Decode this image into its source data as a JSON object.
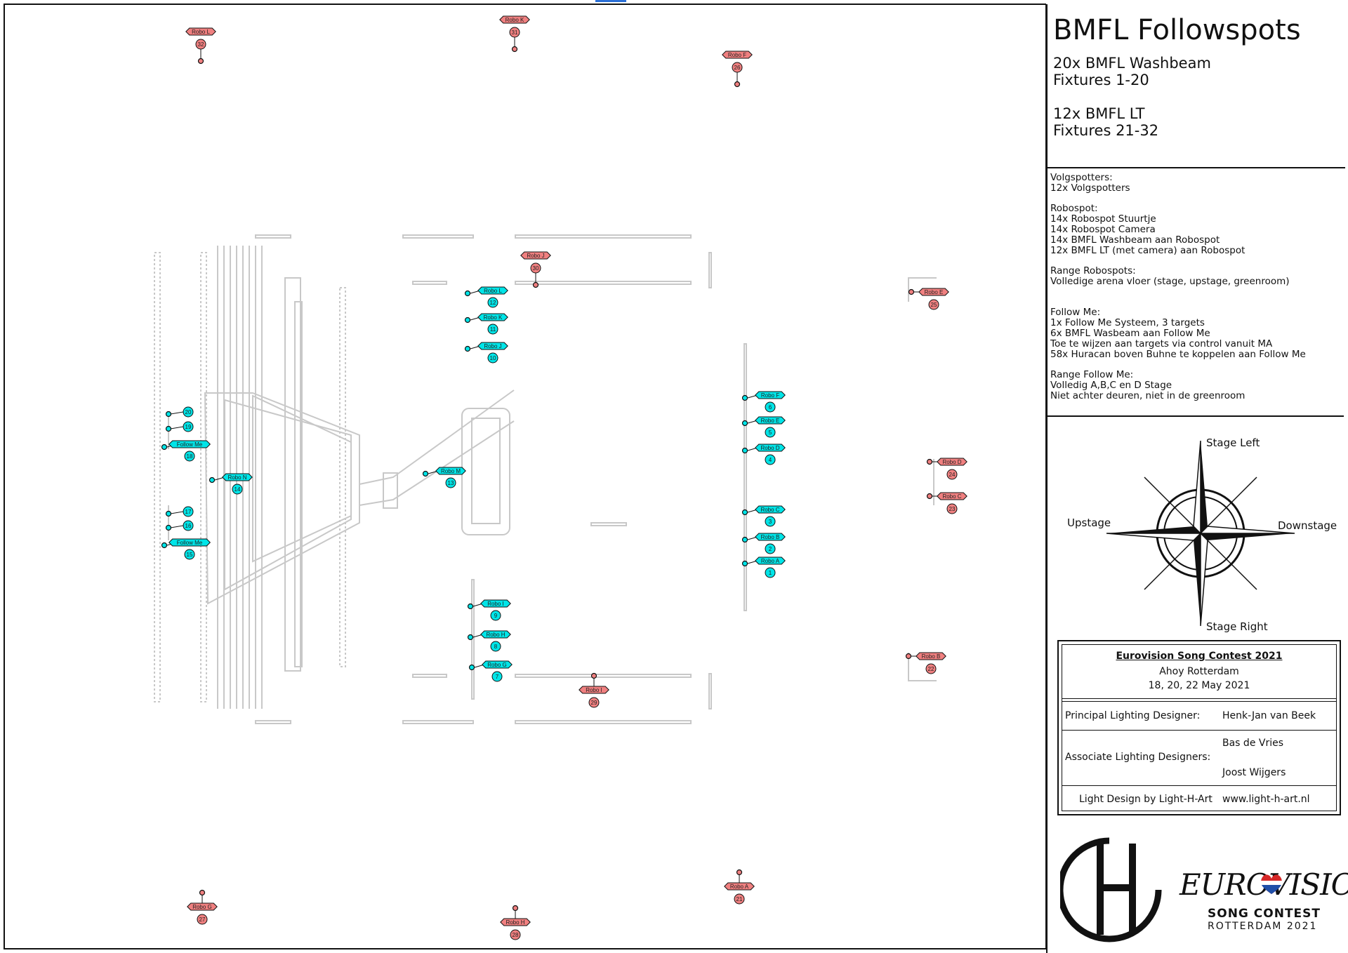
{
  "title": {
    "heading": "BMFL Followspots",
    "lines": [
      "20x BMFL Washbeam",
      "Fixtures 1-20",
      "12x BMFL LT",
      "Fixtures 21-32"
    ]
  },
  "notes": {
    "volg_title": "Volgspotters:",
    "volg_1": "12x Volgspotters",
    "robo_title": "Robospot:",
    "robo_1": "14x Robospot Stuurtje",
    "robo_2": "14x Robospot Camera",
    "robo_3": "14x BMFL Washbeam aan Robospot",
    "robo_4": "12x BMFL LT (met camera) aan Robospot",
    "range_title": "Range Robospots:",
    "range_1": "Volledige arena vloer (stage, upstage, greenroom)",
    "follow_title": "Follow Me:",
    "follow_1": "1x Follow Me Systeem, 3 targets",
    "follow_2": "6x BMFL Wasbeam aan Follow Me",
    "follow_3": "Toe te wijzen aan targets via control vanuit MA",
    "follow_4": "58x Huracan boven Buhne te koppelen aan Follow Me",
    "frange_title": "Range Follow Me:",
    "frange_1": "Volledig A,B,C en D Stage",
    "frange_2": "Niet achter deuren, niet in de greenroom"
  },
  "compass": {
    "north": "Stage Left",
    "south": "Stage Right",
    "west": "Upstage",
    "east": "Downstage"
  },
  "credits": {
    "event": "Eurovision Song Contest 2021",
    "venue": "Ahoy Rotterdam",
    "dates": "18, 20, 22 May 2021",
    "principal_label": "Principal Lighting Designer:",
    "principal_name": "Henk-Jan van Beek",
    "associate_label": "Associate Lighting Designers:",
    "associate_1": "Bas de Vries",
    "associate_2": "Joost Wijgers",
    "design_label": "Light Design by Light-H-Art",
    "website": "www.light-h-art.nl"
  },
  "logos": {
    "esc_line1": "EUROVISION",
    "esc_line2": "SONG CONTEST",
    "esc_line3": "ROTTERDAM 2021"
  },
  "colors": {
    "washbeam": "#00e5e8",
    "lt": "#f08080",
    "stage": "#c8c8c8"
  },
  "fixtures": [
    {
      "num": "32",
      "label": "Robo L",
      "kind": "lt"
    },
    {
      "num": "31",
      "label": "Robo K",
      "kind": "lt"
    },
    {
      "num": "26",
      "label": "Robo F",
      "kind": "lt"
    },
    {
      "num": "30",
      "label": "Robo J",
      "kind": "lt"
    },
    {
      "num": "25",
      "label": "Robo E",
      "kind": "lt"
    },
    {
      "num": "24",
      "label": "Robo D",
      "kind": "lt"
    },
    {
      "num": "23",
      "label": "Robo C",
      "kind": "lt"
    },
    {
      "num": "22",
      "label": "Robo B",
      "kind": "lt"
    },
    {
      "num": "29",
      "label": "Robo I",
      "kind": "lt"
    },
    {
      "num": "21",
      "label": "Robo A",
      "kind": "lt"
    },
    {
      "num": "27",
      "label": "Robo G",
      "kind": "lt"
    },
    {
      "num": "28",
      "label": "Robo H",
      "kind": "lt"
    },
    {
      "num": "12",
      "label": "Robo L",
      "kind": "wash"
    },
    {
      "num": "11",
      "label": "Robo K",
      "kind": "wash"
    },
    {
      "num": "10",
      "label": "Robo J",
      "kind": "wash"
    },
    {
      "num": "20",
      "label": "",
      "kind": "wash"
    },
    {
      "num": "19",
      "label": "",
      "kind": "wash"
    },
    {
      "num": "18",
      "label": "Follow Me",
      "kind": "wash"
    },
    {
      "num": "14",
      "label": "Robo N",
      "kind": "wash"
    },
    {
      "num": "13",
      "label": "Robo M",
      "kind": "wash"
    },
    {
      "num": "17",
      "label": "",
      "kind": "wash"
    },
    {
      "num": "16",
      "label": "",
      "kind": "wash"
    },
    {
      "num": "15",
      "label": "Follow Me",
      "kind": "wash"
    },
    {
      "num": "6",
      "label": "Robo F",
      "kind": "wash"
    },
    {
      "num": "5",
      "label": "Robo E",
      "kind": "wash"
    },
    {
      "num": "4",
      "label": "Robo D",
      "kind": "wash"
    },
    {
      "num": "3",
      "label": "Robo C",
      "kind": "wash"
    },
    {
      "num": "2",
      "label": "Robo B",
      "kind": "wash"
    },
    {
      "num": "1",
      "label": "Robo A",
      "kind": "wash"
    },
    {
      "num": "9",
      "label": "Robo I",
      "kind": "wash"
    },
    {
      "num": "8",
      "label": "Robo H",
      "kind": "wash"
    },
    {
      "num": "7",
      "label": "Robo G",
      "kind": "wash"
    }
  ]
}
